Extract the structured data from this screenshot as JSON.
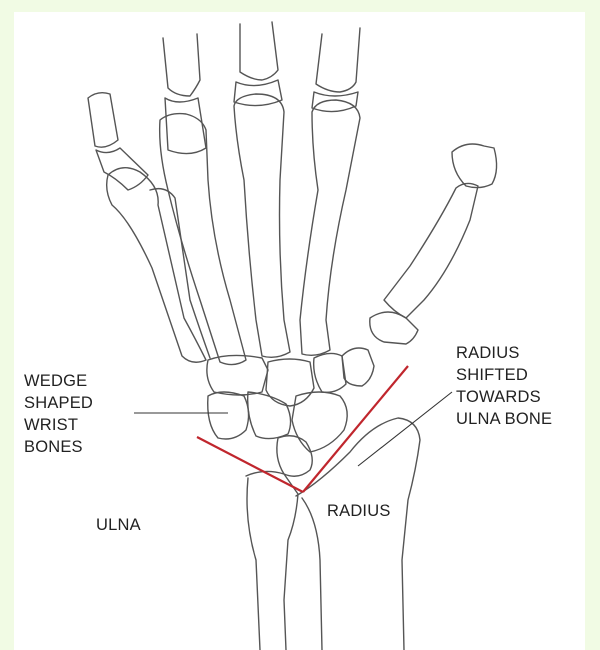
{
  "labels": {
    "wedge": "WEDGE\nSHAPED\nWRIST\nBONES",
    "radius_shifted": "RADIUS\nSHIFTED\nTOWARDS\nULNA BONE",
    "ulna": "ULNA",
    "radius": "RADIUS"
  },
  "colors": {
    "background": "#f1fbe4",
    "bone_outline": "#555555",
    "deformity_line": "#c0262d"
  }
}
